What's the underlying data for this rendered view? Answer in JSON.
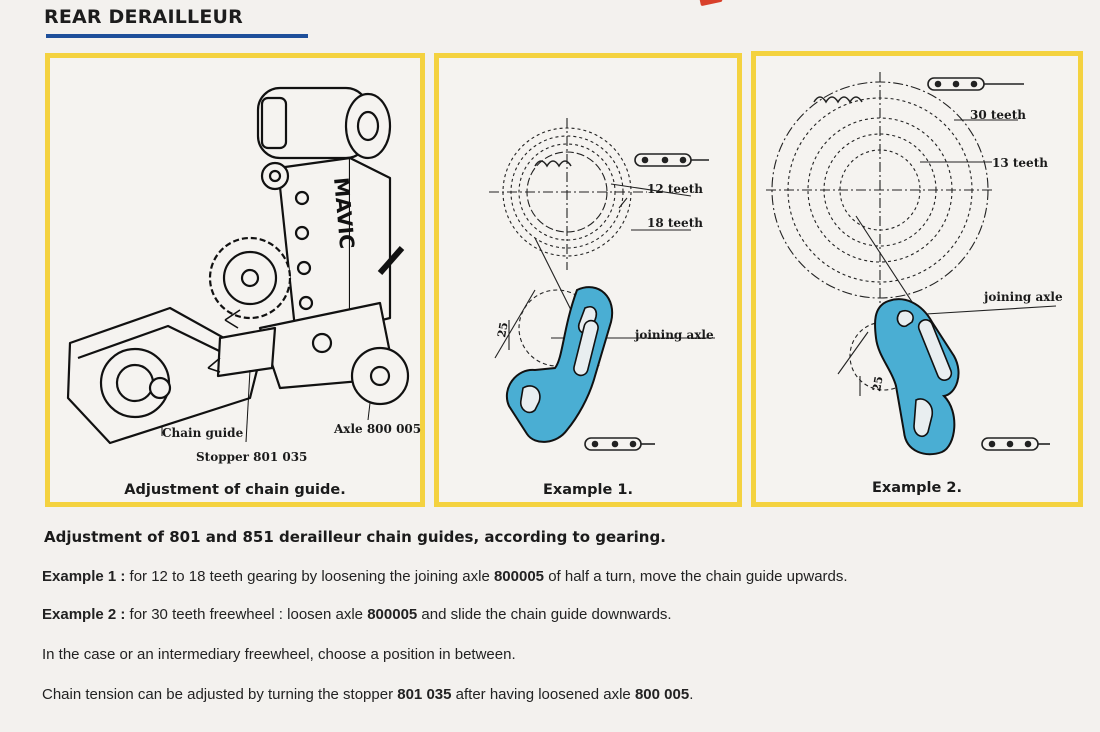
{
  "header": {
    "title": "REAR DERAILLEUR"
  },
  "panels": {
    "p1": {
      "caption": "Adjustment of chain guide.",
      "label_chain_guide": "Chain guide",
      "label_axle": "Axle 800 005",
      "label_stopper": "Stopper 801 035",
      "brand": "MAVIC"
    },
    "p2": {
      "caption": "Example 1.",
      "label_12": "12 teeth",
      "label_18": "18 teeth",
      "label_joining": "joining axle",
      "dim": "25"
    },
    "p3": {
      "caption": "Example 2.",
      "label_30": "30 teeth",
      "label_13": "13 teeth",
      "label_joining": "joining axle",
      "dim": "25"
    }
  },
  "text": {
    "subtitle": "Adjustment of 801 and 851 derailleur chain guides, according to gearing.",
    "ex1_label": "Example 1 :",
    "ex1_a": " for 12 to 18 teeth gearing by loosening the joining axle ",
    "ex1_code": "800005",
    "ex1_b": " of half a turn, move the chain guide upwards.",
    "ex2_label": "Example 2 :",
    "ex2_a": " for 30 teeth freewheel : loosen axle ",
    "ex2_code": "800005",
    "ex2_b": " and slide the chain guide downwards.",
    "line3": "In the case or an intermediary freewheel, choose a position in between.",
    "line4_a": "Chain tension can be adjusted by turning the stopper ",
    "line4_code1": "801 035",
    "line4_b": " after having loosened axle ",
    "line4_code2": "800 005",
    "line4_c": "."
  },
  "colors": {
    "accent_yellow": "#f4d23f",
    "rule_blue": "#1e4f9a",
    "part_blue": "#4aaed3"
  }
}
